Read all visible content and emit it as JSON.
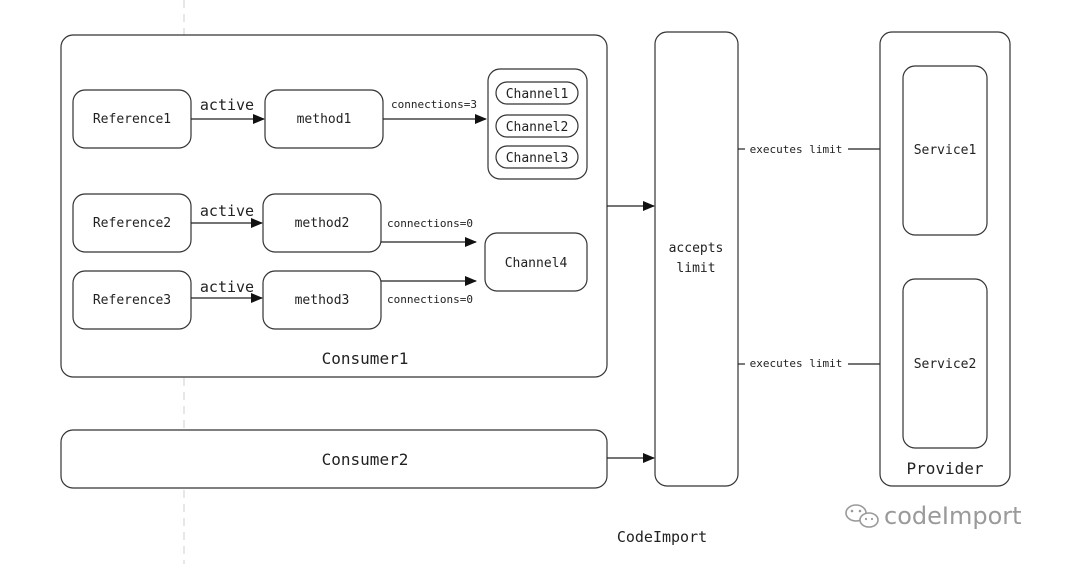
{
  "consumer1": {
    "label": "Consumer1",
    "rows": [
      {
        "reference": "Reference1",
        "active": "active",
        "method": "method1",
        "connections": "connections=3"
      },
      {
        "reference": "Reference2",
        "active": "active",
        "method": "method2",
        "connections": "connections=0"
      },
      {
        "reference": "Reference3",
        "active": "active",
        "method": "method3",
        "connections": "connections=0"
      }
    ],
    "channels": [
      "Channel1",
      "Channel2",
      "Channel3"
    ],
    "shared_channel": "Channel4"
  },
  "consumer2": {
    "label": "Consumer2"
  },
  "accepts": {
    "line1": "accepts",
    "line2": "limit"
  },
  "executes": [
    "executes limit",
    "executes limit"
  ],
  "provider": {
    "label": "Provider",
    "services": [
      "Service1",
      "Service2"
    ]
  },
  "footer": {
    "caption": "CodeImport",
    "watermark": "codeImport"
  }
}
